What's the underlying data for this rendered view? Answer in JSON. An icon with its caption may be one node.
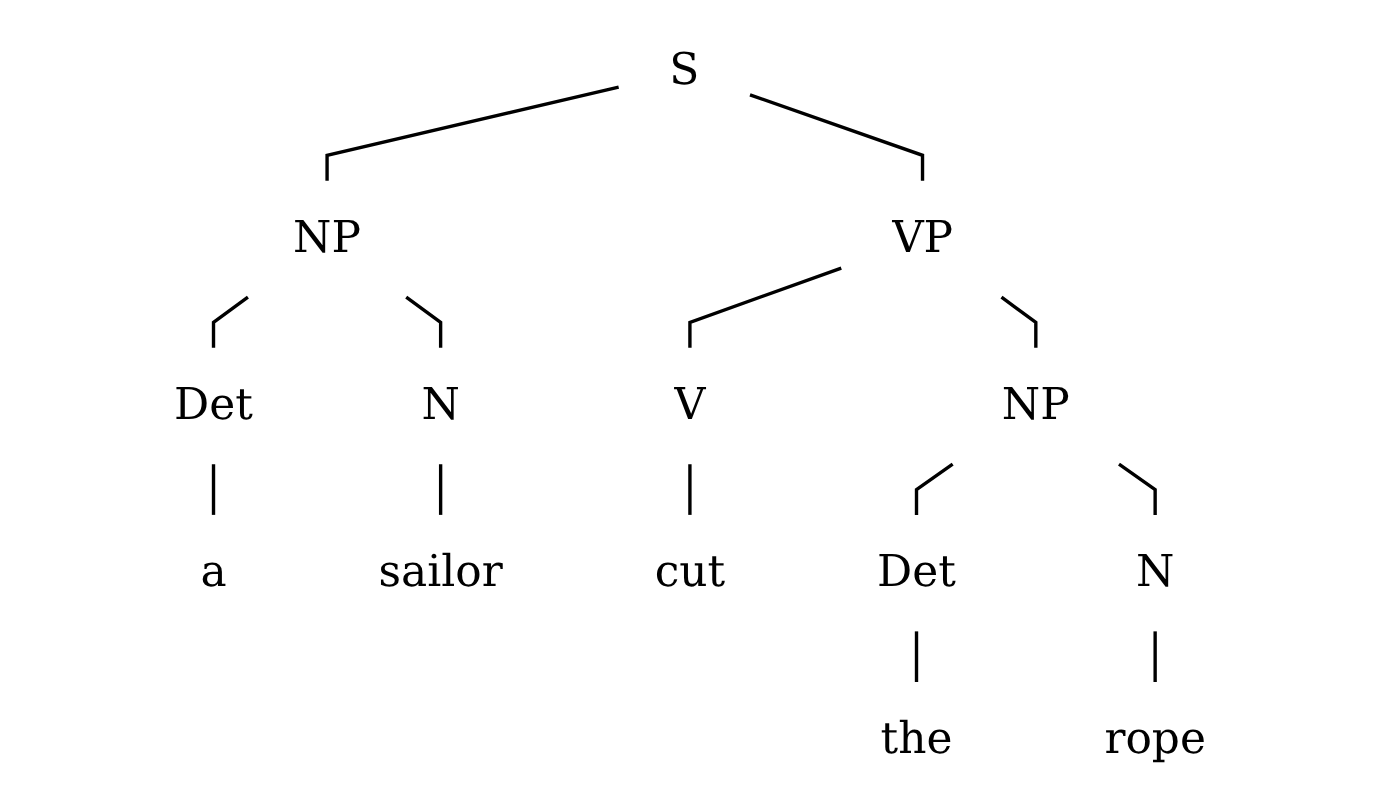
{
  "diagram": {
    "nodes": [
      {
        "text": [
          "S"
        ]
      },
      {
        "text": [
          "NP"
        ]
      },
      {
        "text": [
          "VP"
        ]
      },
      {
        "text": [
          "Det"
        ]
      },
      {
        "text": [
          "N"
        ]
      },
      {
        "text": [
          "V"
        ]
      },
      {
        "text": [
          "NP"
        ]
      },
      {
        "text": [
          "a"
        ]
      },
      {
        "text": [
          "sailor"
        ]
      },
      {
        "text": [
          "cut"
        ]
      },
      {
        "text": [
          "Det"
        ]
      },
      {
        "text": [
          "N"
        ]
      },
      {
        "text": [
          "the"
        ]
      },
      {
        "text": [
          "rope"
        ]
      }
    ],
    "edges": [
      {
        "from": 0,
        "to": 1,
        "arrow": "none"
      },
      {
        "from": 0,
        "to": 2,
        "arrow": "none"
      },
      {
        "from": 1,
        "to": 3,
        "arrow": "none"
      },
      {
        "from": 1,
        "to": 4,
        "arrow": "none"
      },
      {
        "from": 2,
        "to": 5,
        "arrow": "none"
      },
      {
        "from": 2,
        "to": 6,
        "arrow": "none"
      },
      {
        "from": 3,
        "to": 7,
        "arrow": "none"
      },
      {
        "from": 4,
        "to": 8,
        "arrow": "none"
      },
      {
        "from": 5,
        "to": 9,
        "arrow": "none"
      },
      {
        "from": 6,
        "to": 10,
        "arrow": "none"
      },
      {
        "from": 6,
        "to": 11,
        "arrow": "none"
      },
      {
        "from": 10,
        "to": 12,
        "arrow": "none"
      },
      {
        "from": 11,
        "to": 13,
        "arrow": "none"
      }
    ]
  }
}
